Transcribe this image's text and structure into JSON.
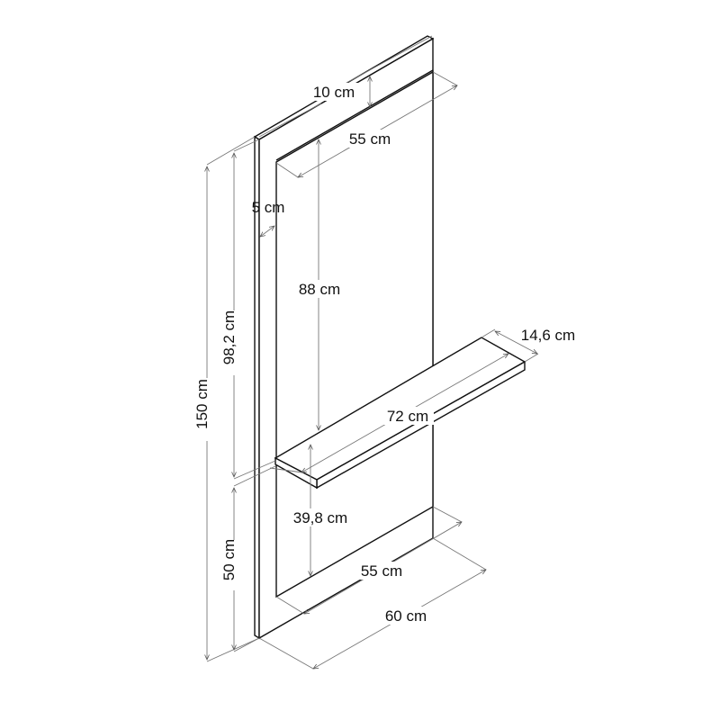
{
  "diagram": {
    "labels": {
      "top_depth": "10 cm",
      "mirror_width_top": "55 cm",
      "frame_inset": "5 cm",
      "mirror_height": "88 cm",
      "upper_height": "98,2 cm",
      "total_height": "150 cm",
      "shelf_depth": "14,6 cm",
      "shelf_width": "72 cm",
      "shelf_clearance": "39,8 cm",
      "lower_height": "50 cm",
      "mirror_width_bottom": "55 cm",
      "panel_width": "60 cm"
    },
    "colors": {
      "outline": "#111111",
      "dimension": "#777777"
    }
  }
}
